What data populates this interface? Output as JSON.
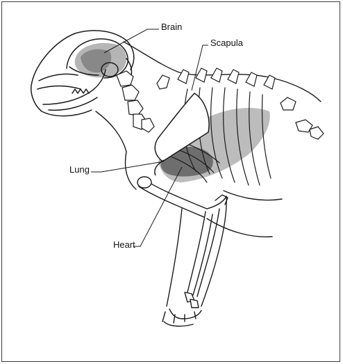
{
  "figure": {
    "labels": {
      "brain": "Brain",
      "scapula": "Scapula",
      "lung": "Lung",
      "heart": "Heart"
    },
    "colors": {
      "outline": "#1a1a1a",
      "organ_light": "#b5b5b5",
      "organ_dark": "#6e6e6e",
      "frame": "#3a3a3a"
    }
  }
}
